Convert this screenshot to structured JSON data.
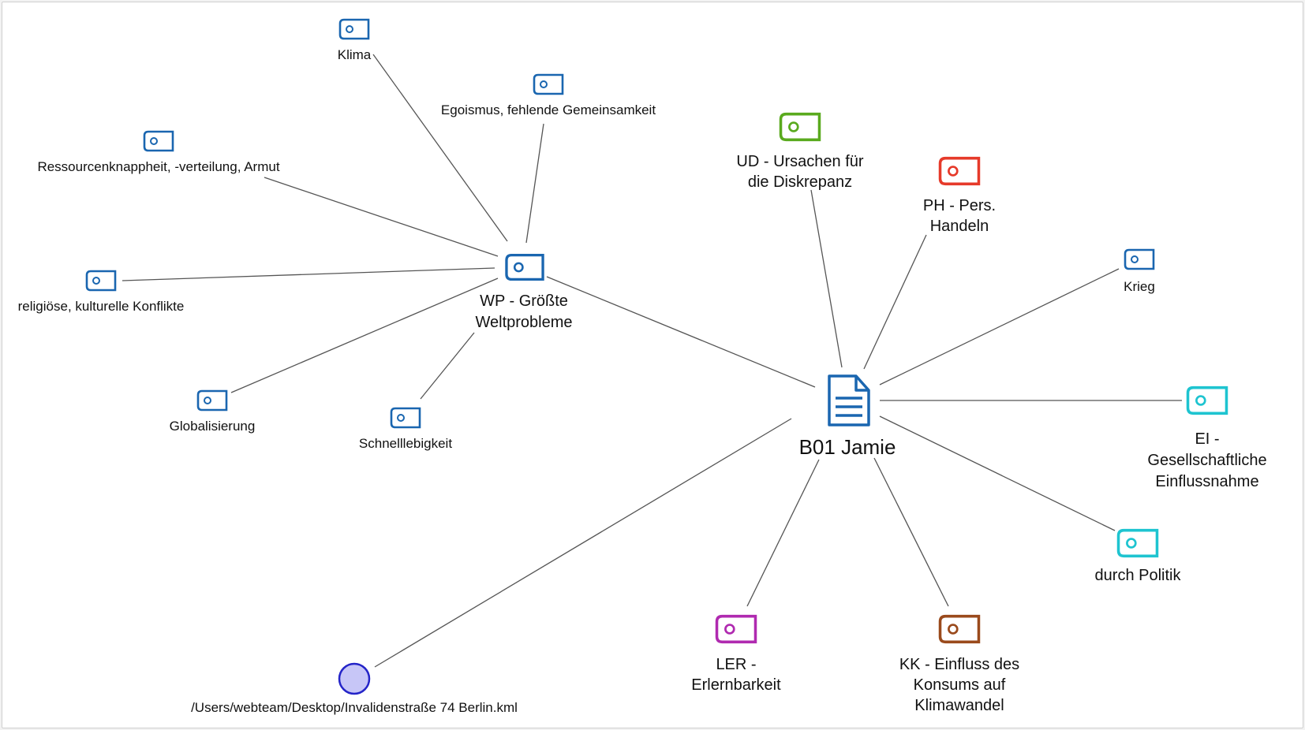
{
  "document": {
    "name": "B01 Jamie",
    "icon": "document-icon",
    "color": "#1a66b0"
  },
  "file": {
    "label": "/Users/webteam/Desktop/Invalidenstraße 74 Berlin.kml",
    "fill": "#c7c6f7",
    "stroke": "#2424c8"
  },
  "code_groups": [
    {
      "id": "wp",
      "label_lines": [
        "WP - Größte",
        "Weltprobleme"
      ],
      "color": "#1a66b0",
      "subcodes": [
        {
          "id": "klima",
          "label": "Klima"
        },
        {
          "id": "egoismus",
          "label": "Egoismus, fehlende Gemeinsamkeit"
        },
        {
          "id": "ressourcen",
          "label": "Ressourcenknappheit, -verteilung, Armut"
        },
        {
          "id": "religioese",
          "label": "religiöse, kulturelle Konflikte"
        },
        {
          "id": "globalisierung",
          "label": "Globalisierung"
        },
        {
          "id": "schnelllebigkeit",
          "label": "Schnelllebigkeit"
        }
      ]
    }
  ],
  "codes": [
    {
      "id": "ud",
      "label_lines": [
        "UD - Ursachen für",
        "die Diskrepanz"
      ],
      "color": "#5aaa1e"
    },
    {
      "id": "ph",
      "label_lines": [
        "PH - Pers.",
        "Handeln"
      ],
      "color": "#e63a2a"
    },
    {
      "id": "krieg",
      "label_lines": [
        "Krieg"
      ],
      "color": "#1a66b0"
    },
    {
      "id": "ei",
      "label_lines": [
        "EI -",
        "Gesellschaftliche",
        "Einflussnahme"
      ],
      "color": "#1ec4d0"
    },
    {
      "id": "politik",
      "label_lines": [
        "durch Politik"
      ],
      "color": "#1ec4d0"
    },
    {
      "id": "kk",
      "label_lines": [
        "KK - Einfluss des",
        "Konsums auf",
        "Klimawandel"
      ],
      "color": "#9a4a1c"
    },
    {
      "id": "ler",
      "label_lines": [
        "LER -",
        "Erlernbarkeit"
      ],
      "color": "#b02ab0"
    }
  ],
  "edge_color": "#555555"
}
